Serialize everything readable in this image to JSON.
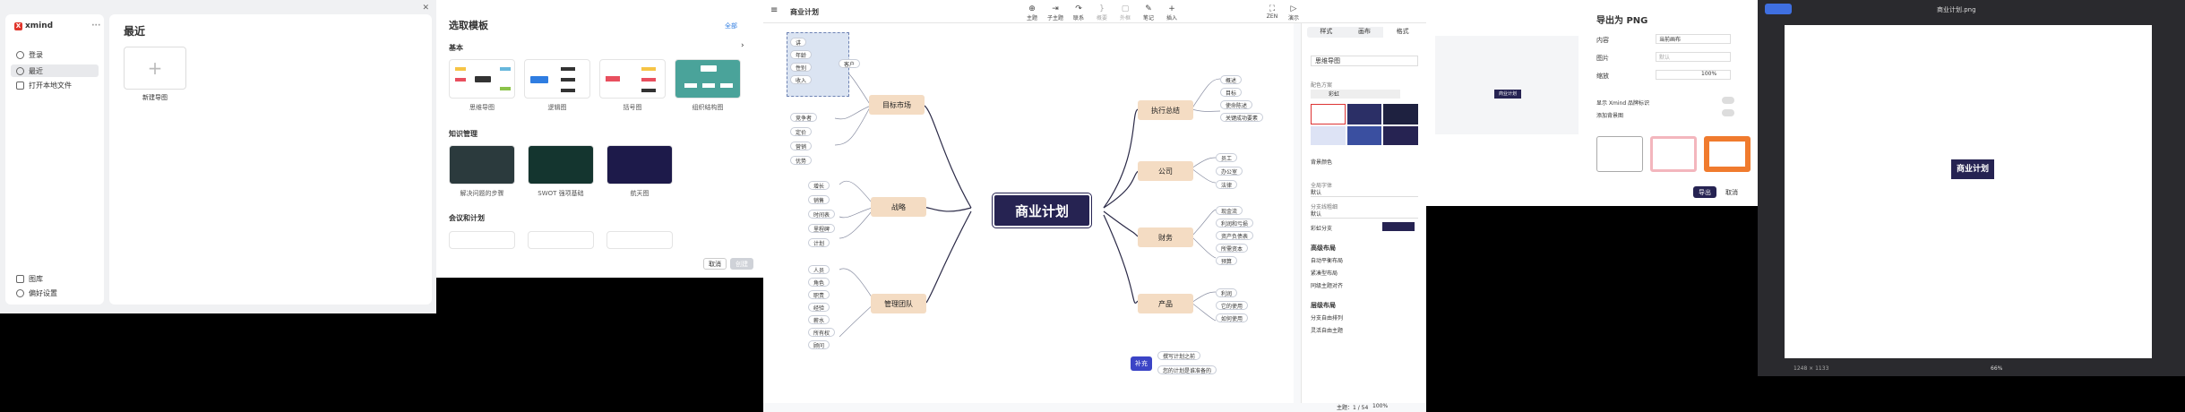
{
  "p1": {
    "logo": "xmind",
    "recent_title": "最近",
    "new_map": "新建导图",
    "sidebar": [
      "登录",
      "最近",
      "打开本地文件"
    ],
    "bottom": [
      "图库",
      "偏好设置"
    ]
  },
  "p2": {
    "title": "选取模板",
    "more": "全部",
    "basic": "基本",
    "knowledge": "知识管理",
    "meeting": "会议和计划",
    "templates": [
      "思维导图",
      "逻辑图",
      "括号图",
      "组织结构图"
    ],
    "k_templates": [
      "解决问题的步骤",
      "SWOT 强项基础",
      "航天图"
    ],
    "cancel": "取消",
    "create": "创建"
  },
  "p3": {
    "title": "商业计划",
    "toolbar": [
      "主题",
      "子主题",
      "联系",
      "概要",
      "外框",
      "笔记",
      "插入"
    ],
    "toolbar_right": [
      "ZEN",
      "演示"
    ],
    "center": "商业计划",
    "topics": [
      "执行总结",
      "公司",
      "财务",
      "产品",
      "目标市场",
      "战略",
      "管理团队"
    ],
    "float_label": "补充",
    "float_items": [
      "撰写计划之前",
      "您的计划是谁准备的"
    ],
    "exec": [
      "概述",
      "目标",
      "使命陈述",
      "关键成功要素"
    ],
    "company": [
      "员工",
      "办公室",
      "法律"
    ],
    "finance": [
      "现金流",
      "利润和亏损",
      "资产负债表",
      "所需资本",
      "预算"
    ],
    "product": [
      "利润",
      "它的使用",
      "如何使用"
    ],
    "market": [
      "客户",
      "竞争者",
      "定价",
      "营销",
      "优势"
    ],
    "market_sub": [
      "讲",
      "年龄",
      "性别",
      "收入"
    ],
    "strategy": [
      "增长",
      "销售",
      "时间表",
      "里程碑",
      "计划"
    ],
    "team": [
      "人员",
      "角色",
      "职责",
      "经验",
      "薪水",
      "所有权",
      "顾问"
    ],
    "status": "主题：1 / 54",
    "zoom": "100%",
    "panel_tabs": [
      "样式",
      "画布",
      "格式"
    ],
    "panel": [
      "思维导图",
      "配色方案",
      "彩虹",
      "背景颜色",
      "全局字体",
      "默认",
      "分支线粗细",
      "默认",
      "彩虹分支",
      "高级布局",
      "自动平衡布局",
      "紧凑型布局",
      "同级主题对齐",
      "层级布局",
      "分支自由排列",
      "灵活自由主题"
    ]
  },
  "p4": {
    "title": "导出为 PNG",
    "rows": [
      "内容",
      "图片",
      "缩放"
    ],
    "vals": [
      "当前画布",
      "默认",
      "100%"
    ],
    "opts": [
      "显示 Xmind 品牌标识",
      "添加背景图"
    ],
    "export": "导出",
    "cancel": "取消"
  },
  "p5": {
    "title": "商业计划.png",
    "zoom": "66%",
    "info": "1248 × 1133"
  }
}
